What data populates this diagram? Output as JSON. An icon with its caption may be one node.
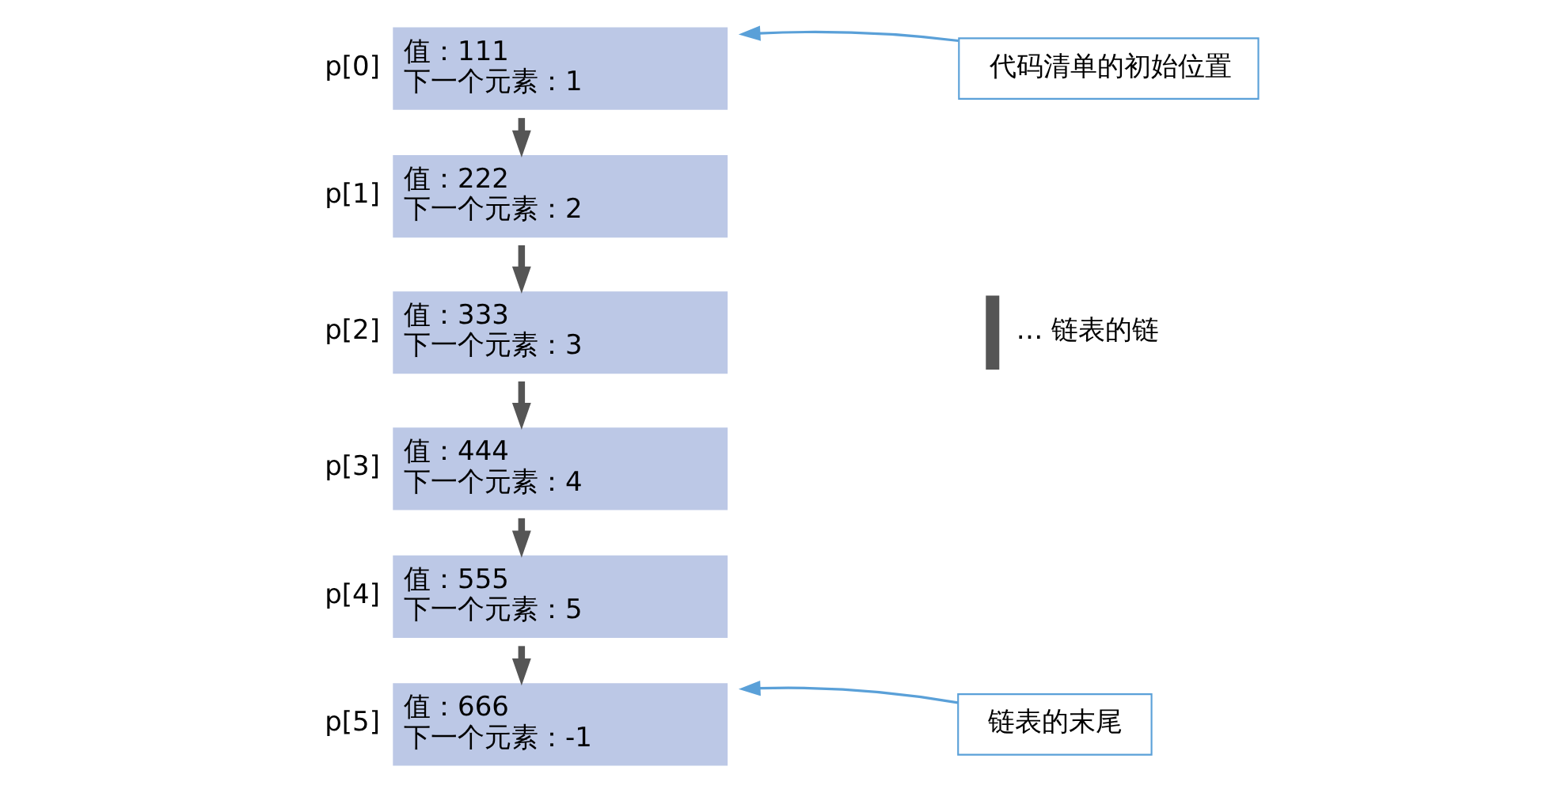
{
  "diagram": {
    "nodes": [
      {
        "text": [
          "值：111",
          "下一个元素：1"
        ],
        "beside": [
          "p[0]"
        ]
      },
      {
        "text": [
          "值：222",
          "下一个元素：2"
        ],
        "beside": [
          "p[1]"
        ]
      },
      {
        "text": [
          "值：333",
          "下一个元素：3"
        ],
        "beside": [
          "p[2]"
        ]
      },
      {
        "text": [
          "值：444",
          "下一个元素：4"
        ],
        "beside": [
          "p[3]"
        ]
      },
      {
        "text": [
          "值：555",
          "下一个元素：5"
        ],
        "beside": [
          "p[4]"
        ]
      },
      {
        "text": [
          "值：666",
          "下一个元素：-1"
        ],
        "beside": [
          "p[5]"
        ]
      },
      {
        "text": [
          "代码清单的初始位置"
        ]
      },
      {
        "text": [
          "链表的末尾"
        ]
      }
    ],
    "edges": [
      {
        "from": 0,
        "to": 1,
        "arrow": "to"
      },
      {
        "from": 1,
        "to": 2,
        "arrow": "to"
      },
      {
        "from": 2,
        "to": 3,
        "arrow": "to"
      },
      {
        "from": 3,
        "to": 4,
        "arrow": "to"
      },
      {
        "from": 4,
        "to": 5,
        "arrow": "to"
      },
      {
        "from": 6,
        "to": 0,
        "arrow": "to",
        "color": "#5aa0d8"
      },
      {
        "from": 7,
        "to": 5,
        "arrow": "to",
        "color": "#5aa0d8"
      }
    ],
    "legend": [
      {
        "text": "… 链表的链"
      }
    ]
  }
}
